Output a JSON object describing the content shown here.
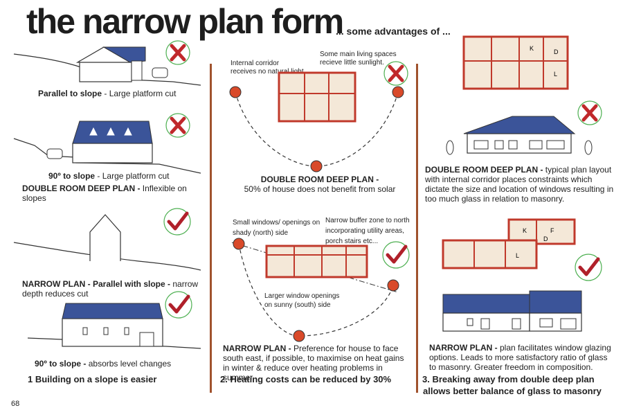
{
  "title": "the narrow plan form",
  "subtitle": "... some advantages of ...",
  "page_number": "68",
  "col1": {
    "fig1": {
      "bold": "Parallel to slope",
      "rest": " - Large platform cut"
    },
    "fig2": {
      "bold": "90º to slope",
      "rest": " - Large platform cut"
    },
    "fig2_caption": {
      "bold": "DOUBLE ROOM DEEP PLAN -",
      "rest": " Inflexible on slopes"
    },
    "fig3": {
      "bold": "NARROW PLAN - Parallel with slope -",
      "rest": " narrow depth reduces cut"
    },
    "fig4": {
      "bold": "90º to slope -",
      "rest": " absorbs level changes"
    },
    "footer": "1  Building on a slope is easier"
  },
  "col2": {
    "note_corridor": "Internal corridor receives no natural light.",
    "note_sunlight": "Some main living spaces recieve little sunlight.",
    "caption_top_bold": "DOUBLE ROOM DEEP PLAN -",
    "caption_top_rest": "50% of house does not benefit from solar",
    "note_windows": "Small windows/ openings on shady (north) side",
    "note_buffer": "Narrow buffer zone to north incorporating utility areas, porch stairs etc...",
    "note_larger": "Larger window  openings on sunny (south) side",
    "caption_bottom_bold": "NARROW PLAN -",
    "caption_bottom_rest": " Preference for house to face south east, if possible, to maximise on heat gains in winter & reduce over heating problems in summer.",
    "footer": "2.   Heating costs can be reduced by 30%"
  },
  "col3": {
    "caption_top_bold": "DOUBLE ROOM DEEP PLAN -",
    "caption_top_rest": " typical plan layout with internal corridor places constraints which dictate the size and location of windows resulting in too much glass in relation to masonry.",
    "caption_bottom_bold": "NARROW PLAN -",
    "caption_bottom_rest": " plan facilitates window glazing options.  Leads to more satisfactory ratio of glass to masonry.  Greater freedom in composition.",
    "footer_line1": "3.    Breaking away from double deep plan",
    "footer_line2": "allows better balance of glass to masonry",
    "plan_labels": [
      "K",
      "D",
      "L",
      "K",
      "F",
      "D",
      "L"
    ]
  },
  "colors": {
    "accent": "#a0522d",
    "roof": "#3b5499",
    "cross": "#c0282b",
    "check": "#b0202a",
    "wall": "#c0392b",
    "sun": "#d94a2a"
  }
}
